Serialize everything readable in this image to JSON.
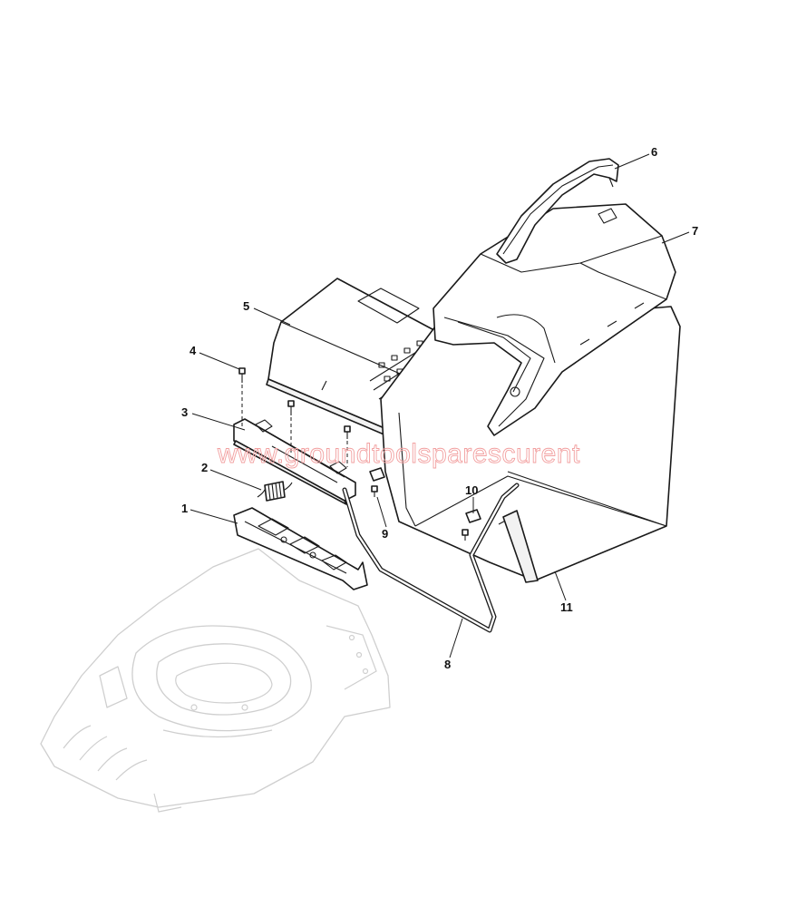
{
  "callouts": [
    {
      "id": "1",
      "text": "1"
    },
    {
      "id": "2",
      "text": "2"
    },
    {
      "id": "3",
      "text": "3"
    },
    {
      "id": "4",
      "text": "4"
    },
    {
      "id": "5",
      "text": "5"
    },
    {
      "id": "6",
      "text": "6"
    },
    {
      "id": "7",
      "text": "7"
    },
    {
      "id": "8",
      "text": "8"
    },
    {
      "id": "9",
      "text": "9"
    },
    {
      "id": "10",
      "text": "10"
    },
    {
      "id": "11",
      "text": "11"
    }
  ],
  "watermark": "www.groundtoolsparescurent"
}
